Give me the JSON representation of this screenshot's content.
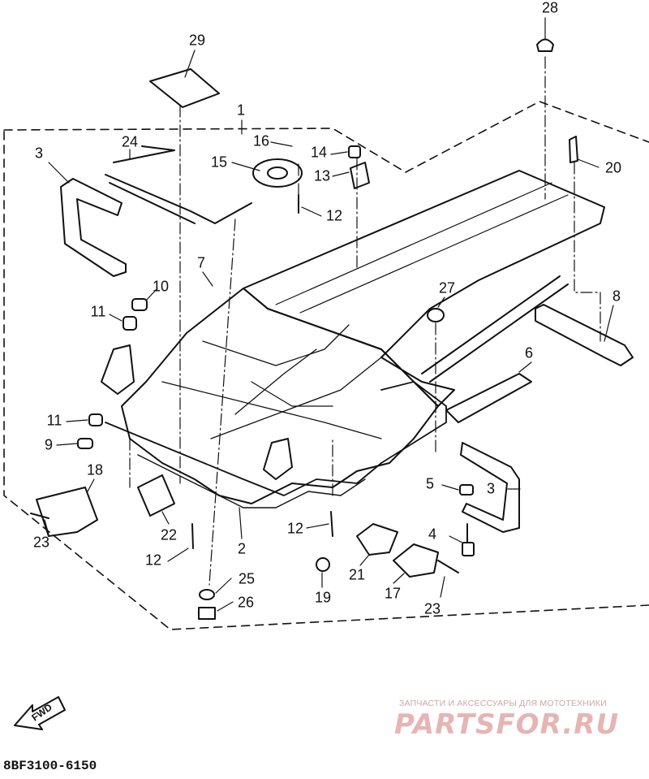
{
  "diagram": {
    "callouts": [
      {
        "id": "p28",
        "label": "28"
      },
      {
        "id": "p29",
        "label": "29"
      },
      {
        "id": "p1",
        "label": "1"
      },
      {
        "id": "p16",
        "label": "16"
      },
      {
        "id": "p14",
        "label": "14"
      },
      {
        "id": "p24",
        "label": "24"
      },
      {
        "id": "p3a",
        "label": "3"
      },
      {
        "id": "p15",
        "label": "15"
      },
      {
        "id": "p13",
        "label": "13"
      },
      {
        "id": "p20",
        "label": "20"
      },
      {
        "id": "p12a",
        "label": "12"
      },
      {
        "id": "p7",
        "label": "7"
      },
      {
        "id": "p27",
        "label": "27"
      },
      {
        "id": "p8",
        "label": "8"
      },
      {
        "id": "p10",
        "label": "10"
      },
      {
        "id": "p11a",
        "label": "11"
      },
      {
        "id": "p6",
        "label": "6"
      },
      {
        "id": "p11b",
        "label": "11"
      },
      {
        "id": "p9",
        "label": "9"
      },
      {
        "id": "p18",
        "label": "18"
      },
      {
        "id": "p5",
        "label": "5"
      },
      {
        "id": "p3b",
        "label": "3"
      },
      {
        "id": "p22",
        "label": "22"
      },
      {
        "id": "p12b",
        "label": "12"
      },
      {
        "id": "p4",
        "label": "4"
      },
      {
        "id": "p2",
        "label": "2"
      },
      {
        "id": "p23a",
        "label": "23"
      },
      {
        "id": "p12c",
        "label": "12"
      },
      {
        "id": "p25",
        "label": "25"
      },
      {
        "id": "p21",
        "label": "21"
      },
      {
        "id": "p17",
        "label": "17"
      },
      {
        "id": "p19",
        "label": "19"
      },
      {
        "id": "p26",
        "label": "26"
      },
      {
        "id": "p23b",
        "label": "23"
      }
    ],
    "fwd_label": "FWD",
    "part_code": "8BF3100-6150"
  },
  "watermark": {
    "subtitle": "ЗАПЧАСТИ И АКСЕССУАРЫ ДЛЯ МОТОТЕХНИКИ",
    "logo": "PARTSFOR.RU",
    "color": "#e7b4b4"
  }
}
